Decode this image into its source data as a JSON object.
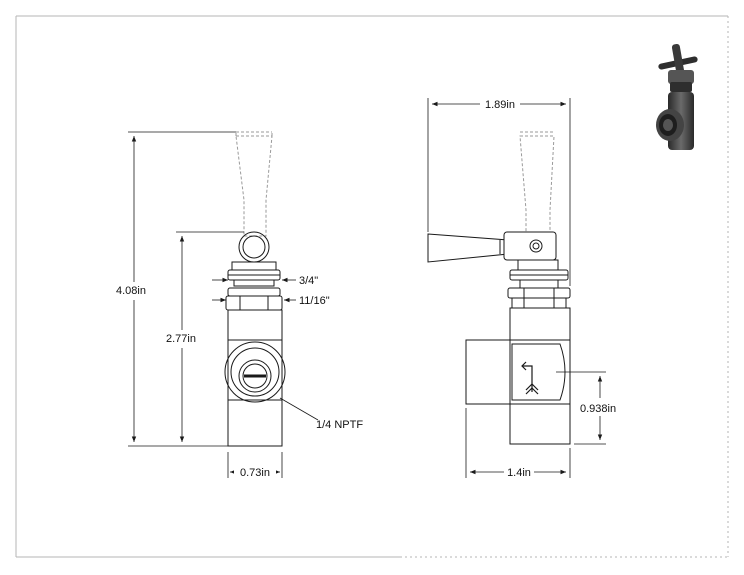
{
  "drawing": {
    "front_view": {
      "overall_height": "4.08in",
      "body_height": "2.77in",
      "nut_upper": "3/4\"",
      "nut_lower": "11/16\"",
      "port": "1/4 NPTF",
      "body_width": "0.73in"
    },
    "side_view": {
      "handle_span": "1.89in",
      "body_depth": "1.4in",
      "port_height": "0.938in"
    },
    "colors": {
      "line": "#1a1a1a",
      "phantom": "#9a9a9a",
      "frame": "#b0b0b0",
      "iso_body": "#3c3c3c"
    },
    "isometric_preview": {
      "icon": "valve-3d-thumbnail"
    }
  }
}
